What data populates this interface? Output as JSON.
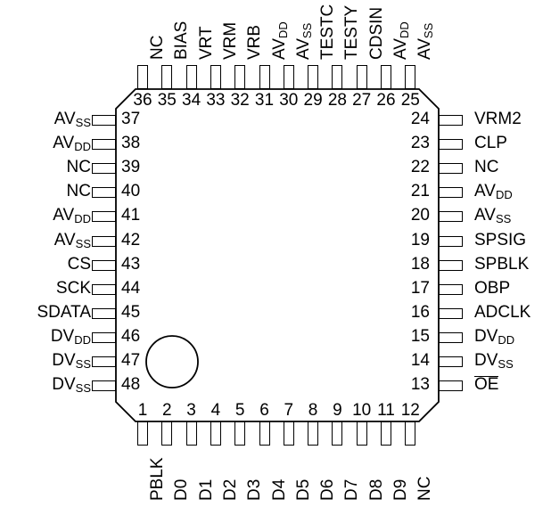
{
  "diagram": {
    "type": "qfp-pinout",
    "package": "48-pin QFP",
    "pin_count": 48,
    "colors": {
      "line": "#000000",
      "background": "#ffffff",
      "text": "#000000"
    },
    "pin1_indicator": "circle"
  },
  "pins": {
    "left": [
      {
        "number": "37",
        "label": "AV",
        "sub": "SS",
        "overline": false
      },
      {
        "number": "38",
        "label": "AV",
        "sub": "DD",
        "overline": false
      },
      {
        "number": "39",
        "label": "NC",
        "sub": "",
        "overline": false
      },
      {
        "number": "40",
        "label": "NC",
        "sub": "",
        "overline": false
      },
      {
        "number": "41",
        "label": "AV",
        "sub": "DD",
        "overline": false
      },
      {
        "number": "42",
        "label": "AV",
        "sub": "SS",
        "overline": false
      },
      {
        "number": "43",
        "label": "CS",
        "sub": "",
        "overline": false
      },
      {
        "number": "44",
        "label": "SCK",
        "sub": "",
        "overline": false
      },
      {
        "number": "45",
        "label": "SDATA",
        "sub": "",
        "overline": false
      },
      {
        "number": "46",
        "label": "DV",
        "sub": "DD",
        "overline": false
      },
      {
        "number": "47",
        "label": "DV",
        "sub": "SS",
        "overline": false
      },
      {
        "number": "48",
        "label": "DV",
        "sub": "SS",
        "overline": false
      }
    ],
    "right": [
      {
        "number": "24",
        "label": "VRM2",
        "sub": "",
        "overline": false
      },
      {
        "number": "23",
        "label": "CLP",
        "sub": "",
        "overline": false
      },
      {
        "number": "22",
        "label": "NC",
        "sub": "",
        "overline": false
      },
      {
        "number": "21",
        "label": "AV",
        "sub": "DD",
        "overline": false
      },
      {
        "number": "20",
        "label": "AV",
        "sub": "SS",
        "overline": false
      },
      {
        "number": "19",
        "label": "SPSIG",
        "sub": "",
        "overline": false
      },
      {
        "number": "18",
        "label": "SPBLK",
        "sub": "",
        "overline": false
      },
      {
        "number": "17",
        "label": "OBP",
        "sub": "",
        "overline": false
      },
      {
        "number": "16",
        "label": "ADCLK",
        "sub": "",
        "overline": false
      },
      {
        "number": "15",
        "label": "DV",
        "sub": "DD",
        "overline": false
      },
      {
        "number": "14",
        "label": "DV",
        "sub": "SS",
        "overline": false
      },
      {
        "number": "13",
        "label": "OE",
        "sub": "",
        "overline": true
      }
    ],
    "top": [
      {
        "number": "36",
        "label": "NC",
        "sub": "",
        "overline": false
      },
      {
        "number": "35",
        "label": "BIAS",
        "sub": "",
        "overline": false
      },
      {
        "number": "34",
        "label": "VRT",
        "sub": "",
        "overline": false
      },
      {
        "number": "33",
        "label": "VRM",
        "sub": "",
        "overline": false
      },
      {
        "number": "32",
        "label": "VRB",
        "sub": "",
        "overline": false
      },
      {
        "number": "31",
        "label": "AV",
        "sub": "DD",
        "overline": false
      },
      {
        "number": "30",
        "label": "AV",
        "sub": "SS",
        "overline": false
      },
      {
        "number": "29",
        "label": "TESTC",
        "sub": "",
        "overline": false
      },
      {
        "number": "28",
        "label": "TESTY",
        "sub": "",
        "overline": false
      },
      {
        "number": "27",
        "label": "CDSIN",
        "sub": "",
        "overline": false
      },
      {
        "number": "26",
        "label": "AV",
        "sub": "DD",
        "overline": false
      },
      {
        "number": "25",
        "label": "AV",
        "sub": "SS",
        "overline": false
      }
    ],
    "bottom": [
      {
        "number": "1",
        "label": "PBLK",
        "sub": "",
        "overline": false
      },
      {
        "number": "2",
        "label": "D0",
        "sub": "",
        "overline": false
      },
      {
        "number": "3",
        "label": "D1",
        "sub": "",
        "overline": false
      },
      {
        "number": "4",
        "label": "D2",
        "sub": "",
        "overline": false
      },
      {
        "number": "5",
        "label": "D3",
        "sub": "",
        "overline": false
      },
      {
        "number": "6",
        "label": "D4",
        "sub": "",
        "overline": false
      },
      {
        "number": "7",
        "label": "D5",
        "sub": "",
        "overline": false
      },
      {
        "number": "8",
        "label": "D6",
        "sub": "",
        "overline": false
      },
      {
        "number": "9",
        "label": "D7",
        "sub": "",
        "overline": false
      },
      {
        "number": "10",
        "label": "D8",
        "sub": "",
        "overline": false
      },
      {
        "number": "11",
        "label": "D9",
        "sub": "",
        "overline": false
      },
      {
        "number": "12",
        "label": "NC",
        "sub": "",
        "overline": false
      }
    ]
  }
}
